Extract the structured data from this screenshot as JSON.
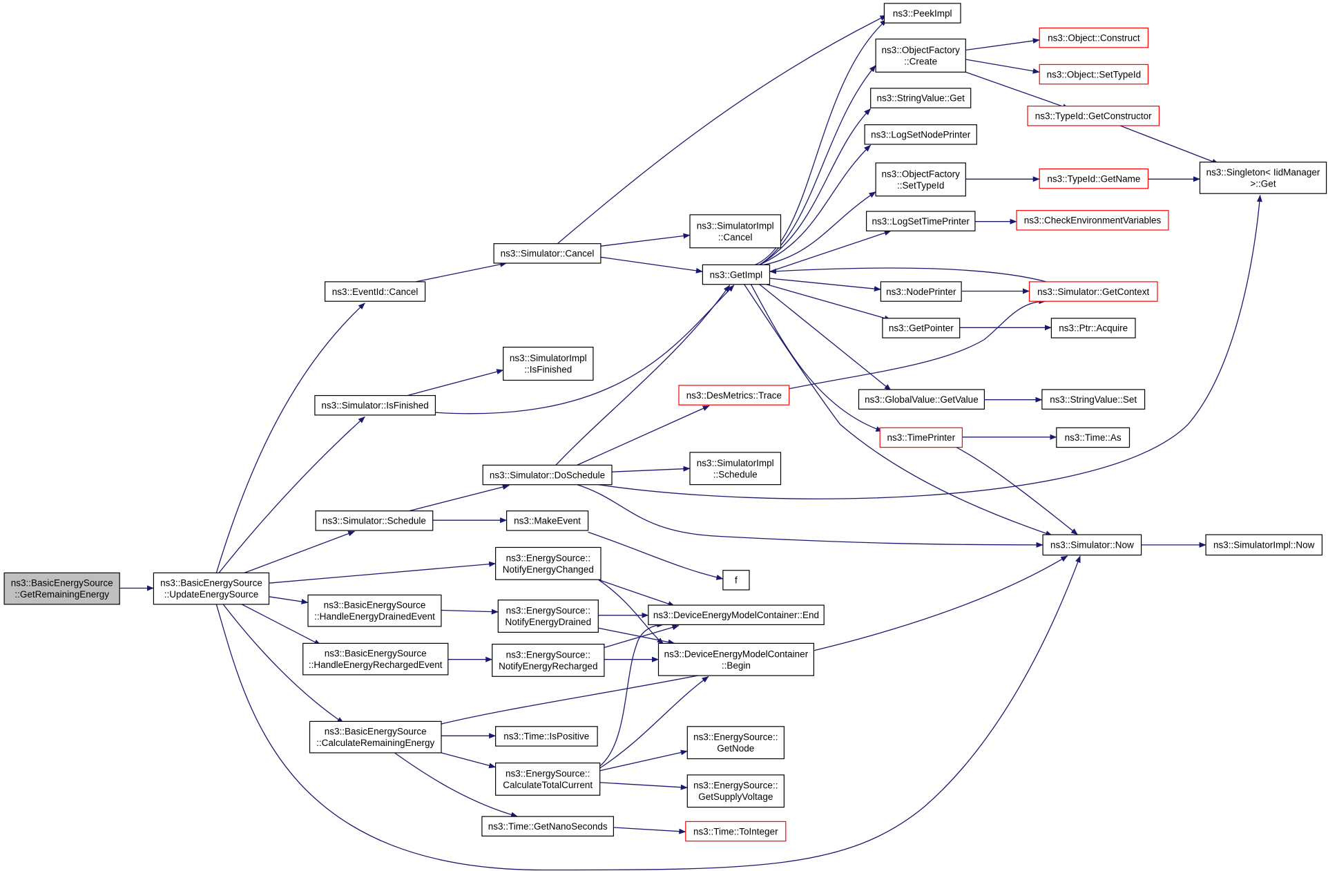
{
  "colors": {
    "edge": "#191970",
    "node_border": "#000000",
    "truncated_border": "#ff0000",
    "focus_fill": "#bfbfbf",
    "node_fill": "#ffffff"
  },
  "nodes": {
    "root": {
      "lines": [
        "ns3::BasicEnergySource",
        "::GetRemainingEnergy"
      ],
      "style": "focus"
    },
    "update": {
      "lines": [
        "ns3::BasicEnergySource",
        "::UpdateEnergySource"
      ]
    },
    "evcancel": {
      "lines": [
        "ns3::EventId::Cancel"
      ]
    },
    "isfin": {
      "lines": [
        "ns3::Simulator::IsFinished"
      ]
    },
    "schedule": {
      "lines": [
        "ns3::Simulator::Schedule"
      ]
    },
    "hdrained": {
      "lines": [
        "ns3::BasicEnergySource",
        "::HandleEnergyDrainedEvent"
      ]
    },
    "hrech": {
      "lines": [
        "ns3::BasicEnergySource",
        "::HandleEnergyRechargedEvent"
      ]
    },
    "calcrem": {
      "lines": [
        "ns3::BasicEnergySource",
        "::CalculateRemainingEnergy"
      ]
    },
    "simcancel": {
      "lines": [
        "ns3::Simulator::Cancel"
      ]
    },
    "implfin": {
      "lines": [
        "ns3::SimulatorImpl",
        "::IsFinished"
      ]
    },
    "dosched": {
      "lines": [
        "ns3::Simulator::DoSchedule"
      ]
    },
    "makeev": {
      "lines": [
        "ns3::MakeEvent"
      ]
    },
    "notchg": {
      "lines": [
        "ns3::EnergySource::",
        "NotifyEnergyChanged"
      ]
    },
    "notdrn": {
      "lines": [
        "ns3::EnergySource::",
        "NotifyEnergyDrained"
      ]
    },
    "notrch": {
      "lines": [
        "ns3::EnergySource::",
        "NotifyEnergyRecharged"
      ]
    },
    "ispos": {
      "lines": [
        "ns3::Time::IsPositive"
      ]
    },
    "calctot": {
      "lines": [
        "ns3::EnergySource::",
        "CalculateTotalCurrent"
      ]
    },
    "getnano": {
      "lines": [
        "ns3::Time::GetNanoSeconds"
      ]
    },
    "implcancel": {
      "lines": [
        "ns3::SimulatorImpl",
        "::Cancel"
      ]
    },
    "getimpl": {
      "lines": [
        "ns3::GetImpl"
      ]
    },
    "destrace": {
      "lines": [
        "ns3::DesMetrics::Trace"
      ],
      "style": "truncated"
    },
    "implsched": {
      "lines": [
        "ns3::SimulatorImpl",
        "::Schedule"
      ]
    },
    "f": {
      "lines": [
        "f"
      ]
    },
    "dend": {
      "lines": [
        "ns3::DeviceEnergyModelContainer::End"
      ]
    },
    "dbegin": {
      "lines": [
        "ns3::DeviceEnergyModelContainer",
        "::Begin"
      ]
    },
    "getnode": {
      "lines": [
        "ns3::EnergySource::",
        "GetNode"
      ]
    },
    "getvolt": {
      "lines": [
        "ns3::EnergySource::",
        "GetSupplyVoltage"
      ]
    },
    "toint": {
      "lines": [
        "ns3::Time::ToInteger"
      ],
      "style": "truncated"
    },
    "peek": {
      "lines": [
        "ns3::PeekImpl"
      ]
    },
    "ofcreate": {
      "lines": [
        "ns3::ObjectFactory",
        "::Create"
      ]
    },
    "svget": {
      "lines": [
        "ns3::StringValue::Get"
      ]
    },
    "lognode": {
      "lines": [
        "ns3::LogSetNodePrinter"
      ]
    },
    "ofset": {
      "lines": [
        "ns3::ObjectFactory",
        "::SetTypeId"
      ]
    },
    "logtime": {
      "lines": [
        "ns3::LogSetTimePrinter"
      ]
    },
    "nodeprn": {
      "lines": [
        "ns3::NodePrinter"
      ]
    },
    "getptr": {
      "lines": [
        "ns3::GetPointer"
      ]
    },
    "gvget": {
      "lines": [
        "ns3::GlobalValue::GetValue"
      ]
    },
    "timeprn": {
      "lines": [
        "ns3::TimePrinter"
      ],
      "style": "truncated"
    },
    "simnow": {
      "lines": [
        "ns3::Simulator::Now"
      ]
    },
    "objcons": {
      "lines": [
        "ns3::Object::Construct"
      ],
      "style": "truncated"
    },
    "objset": {
      "lines": [
        "ns3::Object::SetTypeId"
      ],
      "style": "truncated"
    },
    "tidctor": {
      "lines": [
        "ns3::TypeId::GetConstructor"
      ],
      "style": "truncated"
    },
    "tidname": {
      "lines": [
        "ns3::TypeId::GetName"
      ],
      "style": "truncated"
    },
    "checkenv": {
      "lines": [
        "ns3::CheckEnvironmentVariables"
      ],
      "style": "truncated"
    },
    "getctx": {
      "lines": [
        "ns3::Simulator::GetContext"
      ],
      "style": "truncated"
    },
    "ptracq": {
      "lines": [
        "ns3::Ptr::Acquire"
      ]
    },
    "svset": {
      "lines": [
        "ns3::StringValue::Set"
      ]
    },
    "timeas": {
      "lines": [
        "ns3::Time::As"
      ]
    },
    "singleton": {
      "lines": [
        "ns3::Singleton< IidManager",
        " >::Get"
      ]
    },
    "implnow": {
      "lines": [
        "ns3::SimulatorImpl::Now"
      ]
    }
  }
}
